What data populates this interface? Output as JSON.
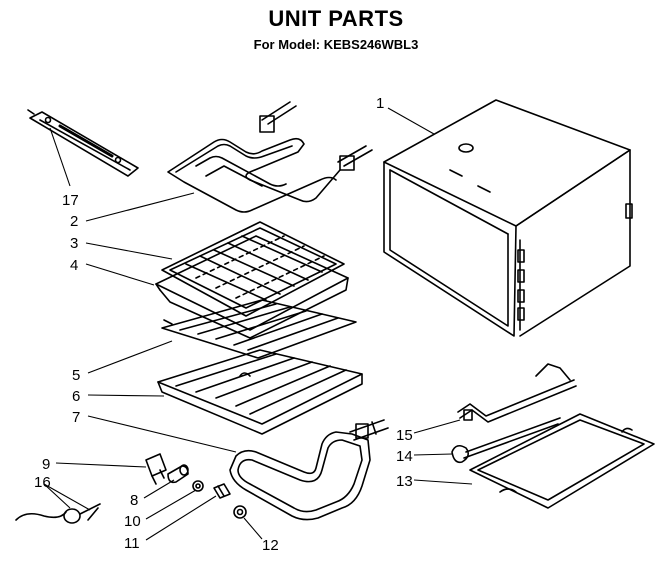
{
  "header": {
    "title": "UNIT PARTS",
    "subtitle": "For Model: KEBS246WBL3"
  },
  "callouts": [
    {
      "id": "17",
      "label": "17"
    },
    {
      "id": "2",
      "label": "2"
    },
    {
      "id": "3",
      "label": "3"
    },
    {
      "id": "4",
      "label": "4"
    },
    {
      "id": "5",
      "label": "5"
    },
    {
      "id": "6",
      "label": "6"
    },
    {
      "id": "7",
      "label": "7"
    },
    {
      "id": "9",
      "label": "9"
    },
    {
      "id": "16",
      "label": "16"
    },
    {
      "id": "8",
      "label": "8"
    },
    {
      "id": "10",
      "label": "10"
    },
    {
      "id": "11",
      "label": "11"
    },
    {
      "id": "12",
      "label": "12"
    },
    {
      "id": "1",
      "label": "1"
    },
    {
      "id": "15",
      "label": "15"
    },
    {
      "id": "14",
      "label": "14"
    },
    {
      "id": "13",
      "label": "13"
    }
  ]
}
